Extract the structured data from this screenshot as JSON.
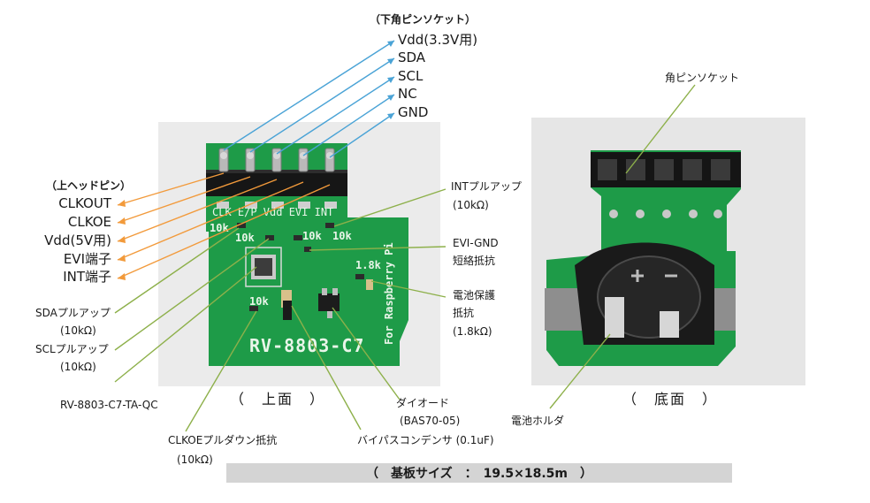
{
  "top_header": "（下角ピンソケット）",
  "top_pins": [
    "Vdd(3.3V用)",
    "SDA",
    "SCL",
    "NC",
    "GND"
  ],
  "left_header": "（上ヘッドピン）",
  "left_pins": [
    "CLKOUT",
    "CLKOE",
    "Vdd(5V用)",
    "EVI端子",
    "INT端子"
  ],
  "sda_pullup": {
    "name": "SDAプルアップ",
    "value": "(10kΩ)"
  },
  "scl_pullup": {
    "name": "SCLプルアップ",
    "value": "(10kΩ)"
  },
  "chip_name": "RV-8803-C7-TA-QC",
  "clkoe_pulldown": {
    "name": "CLKOEプルダウン抵抗",
    "value": "(10kΩ)"
  },
  "bypass_cap": "バイパスコンデンサ (0.1uF)",
  "diode": {
    "name": "ダイオード",
    "value": "(BAS70-05)"
  },
  "int_pullup": {
    "name": "INTプルアップ",
    "value": "(10kΩ)"
  },
  "evi_gnd": {
    "line1": "EVI-GND",
    "line2": "短絡抵抗"
  },
  "battery_protect": {
    "line1": "電池保護",
    "line2": "抵抗",
    "value": "(1.8kΩ)"
  },
  "top_caption": "（　上面　）",
  "bottom_caption": "（　底面　）",
  "socket_label": "角ピンソケット",
  "battery_holder": "電池ホルダ",
  "spec": "（　基板サイズ　：　19.5×18.5m　）",
  "board_silk": {
    "pin_labels": "CLK E/P Vdd EVI INT",
    "r1": "10k",
    "r2": "10k",
    "r3": "10k",
    "r4": "10k",
    "r5": "10k",
    "res_18": "1.8k",
    "model": "RV-8803-C7",
    "side": "For Raspberry Pi"
  },
  "colors": {
    "blue_line": "#4aa3d6",
    "orange_line": "#f29a3b",
    "green_line": "#8db04a",
    "pcb": "#1e9b48"
  }
}
